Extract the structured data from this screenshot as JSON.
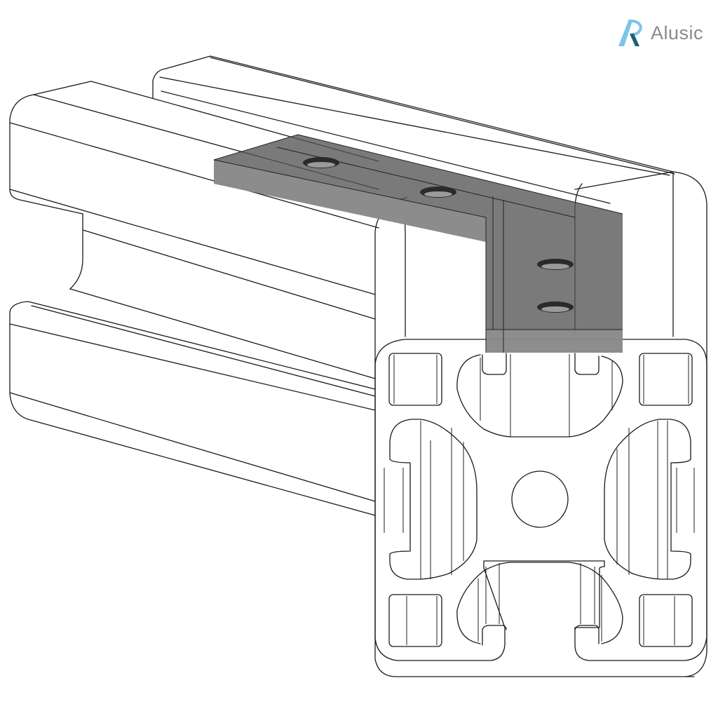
{
  "brand": {
    "name": "Alusic",
    "logo_colors": {
      "light": "#7cc4ea",
      "dark": "#1f5f7a",
      "text": "#8a8a8a"
    }
  },
  "figure": {
    "subject": "aluminum-profile-with-l-bracket",
    "bracket_color": "#6e6e6e",
    "bracket_holes": 4,
    "profile_line_color": "#1a1a1a",
    "background": "#ffffff"
  }
}
